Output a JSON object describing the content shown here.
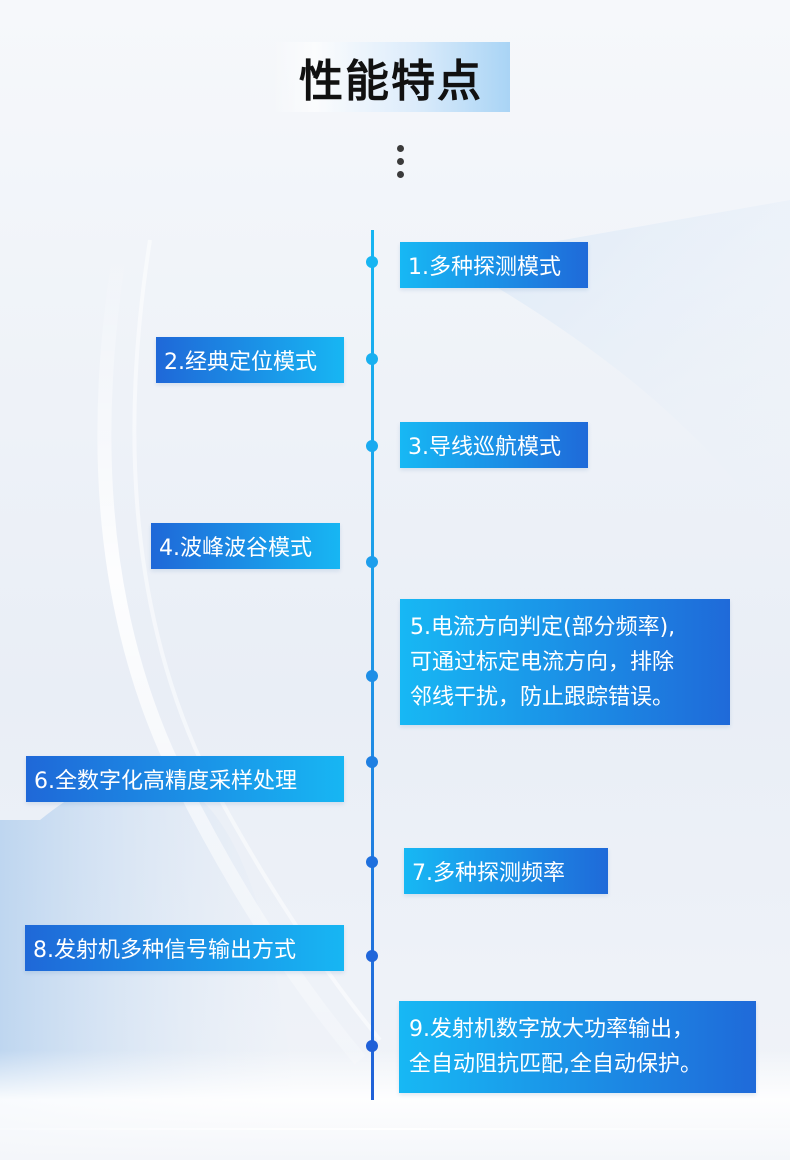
{
  "title": "性能特点",
  "features": [
    "1.多种探测模式",
    "2.经典定位模式",
    "3.导线巡航模式",
    "4.波峰波谷模式",
    "5.电流方向判定(部分频率),\n可通过标定电流方向，排除\n邻线干扰，防止跟踪错误。",
    "6.全数字化高精度采样处理",
    "7.多种探测频率",
    "8.发射机多种信号输出方式",
    "9.发射机数字放大功率输出，\n全自动阻抗匹配,全自动保护。"
  ],
  "colors": {
    "card_light": "#16b7f3",
    "card_dark": "#1f63d9",
    "line_top": "#16b5f2",
    "line_bottom": "#2060d8",
    "title_text": "#111111"
  }
}
